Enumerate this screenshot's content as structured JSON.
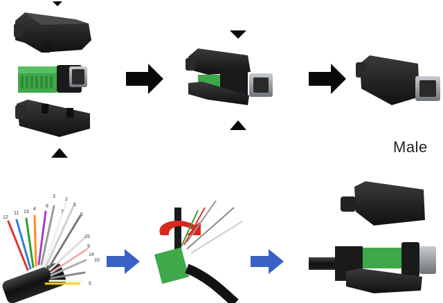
{
  "labels": {
    "male": "Male"
  },
  "wire_numbers": [
    "12",
    "11",
    "13",
    "4",
    "8",
    "3",
    "2",
    "1",
    "7",
    "6",
    "15",
    "9",
    "14",
    "10",
    "5"
  ],
  "colors": {
    "housing": "#1e1e1e",
    "pcb_green": "#3fa84a",
    "arrow_black": "#0a0a0a",
    "arrow_blue": "#3a62c4",
    "rotate_red": "#d8281e",
    "connector_metal": "#9a9ea4"
  },
  "icons": [
    "arrow-right-icon",
    "arrow-down-icon",
    "arrow-up-icon",
    "rotate-arrow-icon"
  ]
}
